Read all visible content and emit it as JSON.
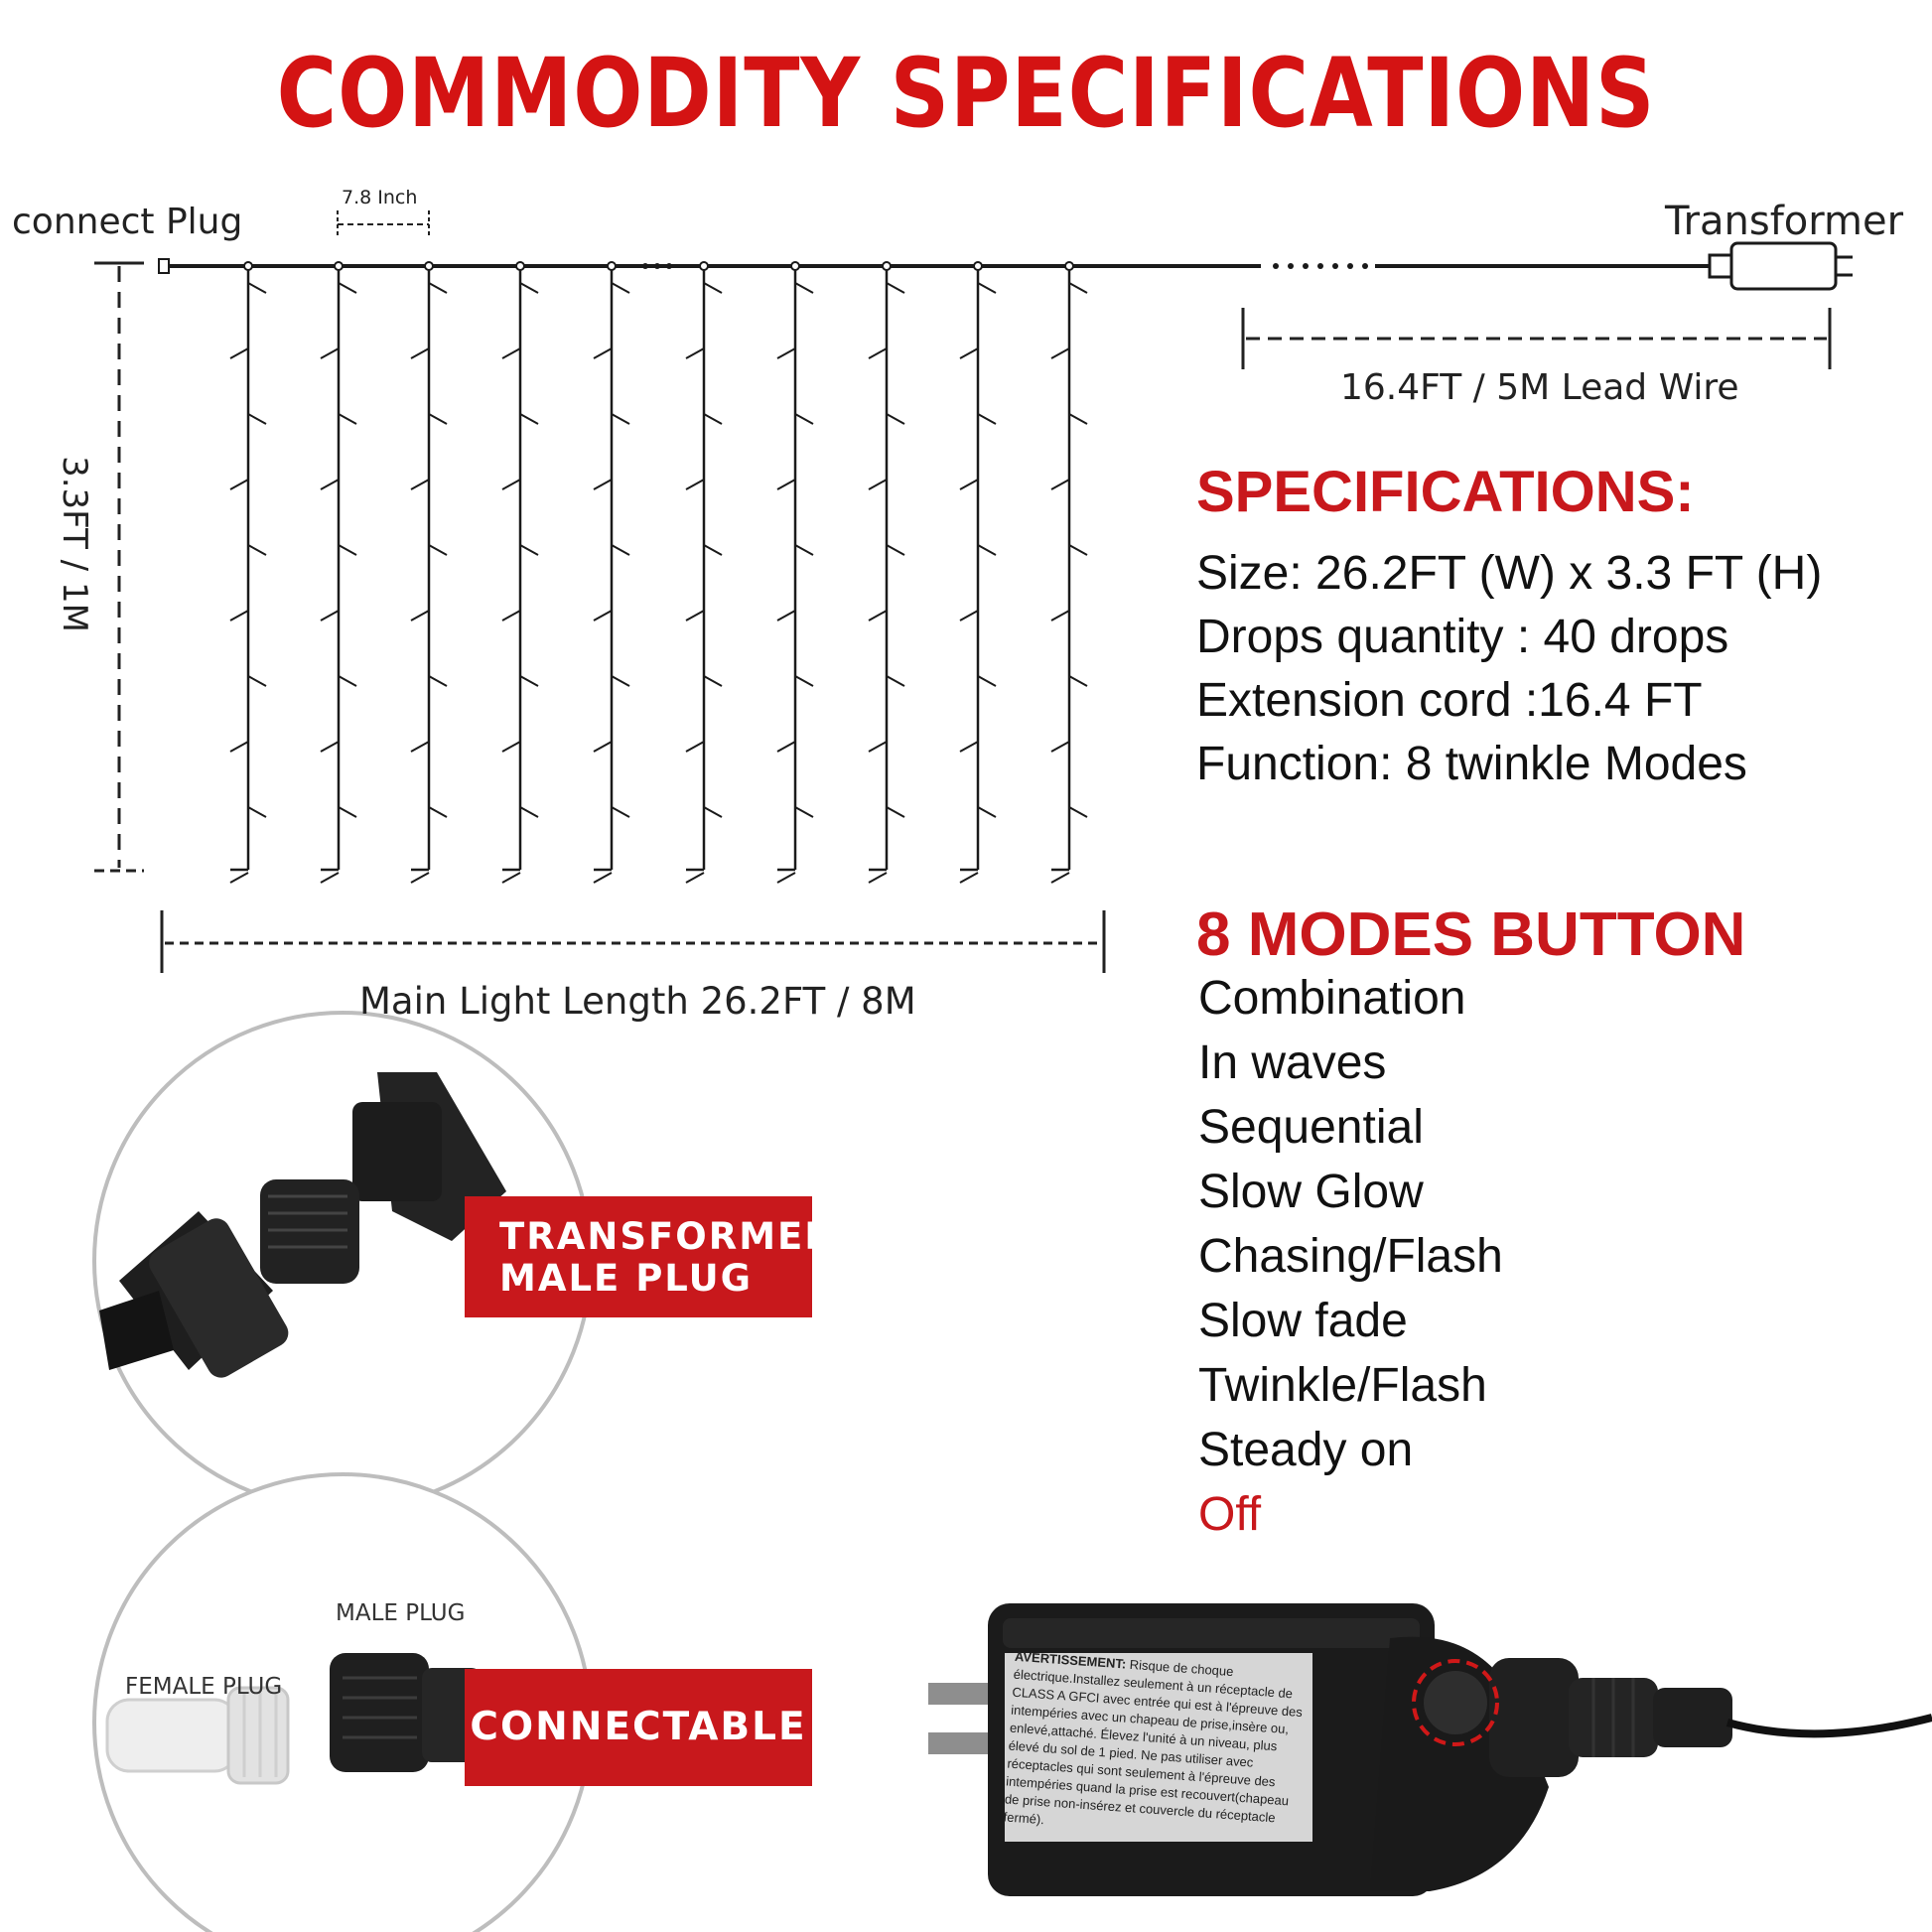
{
  "title": "COMMODITY SPECIFICATIONS",
  "diagram": {
    "connect_plug": "connect Plug",
    "spacing": "7.8 Inch",
    "transformer": "Transformer",
    "lead_wire": "16.4FT / 5M Lead Wire",
    "height": "3.3FT / 1M",
    "main_length": "Main Light Length 26.2FT / 8M"
  },
  "specifications": {
    "heading": "SPECIFICATIONS:",
    "lines": [
      "Size: 26.2FT (W) x 3.3 FT (H)",
      "Drops quantity : 40 drops",
      "Extension cord :16.4 FT",
      "Function: 8 twinkle Modes"
    ]
  },
  "modes": {
    "heading": "8 MODES BUTTON",
    "items": [
      "Combination",
      "In waves",
      "Sequential",
      "Slow Glow",
      "Chasing/Flash",
      "Slow fade",
      "Twinkle/Flash",
      "Steady on"
    ],
    "off_label": "Off"
  },
  "badges": {
    "transformer_line1": "TRANSFORMER",
    "transformer_line2": "MALE PLUG",
    "connectable": "CONNECTABLE"
  },
  "plug_labels": {
    "male": "MALE PLUG",
    "female": "FEMALE PLUG"
  },
  "adapter_text": {
    "heading": "AVERTISSEMENT:",
    "body": "Risque de choque électrique.Installez seulement à un réceptacle de CLASS A GFCI avec entrée qui est à l'épreuve des intempéries avec un chapeau de prise,insère ou, enlevé,attaché. Élevez l'unité à un niveau, plus élevé du sol de 1 pied. Ne pas utiliser avec réceptacles qui sont seulement à l'épreuve des intempéries quand la prise est recouvert(chapeau de prise non-insérez et couvercle du réceptacle fermé)."
  },
  "colors": {
    "accent": "#c8181c",
    "text": "#111111",
    "wire": "#1a1a1a"
  }
}
